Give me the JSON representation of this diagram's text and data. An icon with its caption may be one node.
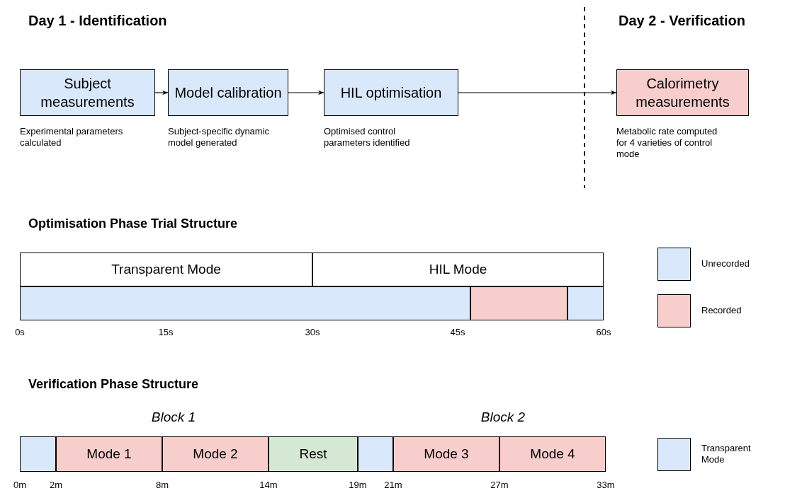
{
  "diagram": {
    "nodes": [
      {
        "text": [
          "Subject measurements"
        ],
        "beside": [
          "Experimental parameters calculated"
        ]
      },
      {
        "text": [
          "Model calibration"
        ],
        "beside": [
          "Subject-specific dynamic model generated"
        ]
      },
      {
        "text": [
          "HIL optimisation"
        ],
        "beside": [
          "Optimised control parameters identified"
        ]
      },
      {
        "text": [
          "Calorimetry measurements"
        ],
        "beside": [
          "Metabolic rate computed for 4 varieties of control mode"
        ]
      },
      {
        "text": [
          "Transparent Mode"
        ]
      },
      {
        "text": [
          "HIL Mode"
        ]
      },
      {
        "text": [],
        "shape": "bar"
      },
      {
        "text": [],
        "shape": "bar"
      },
      {
        "text": [],
        "shape": "bar"
      },
      {
        "text": [],
        "shape": "bar"
      },
      {
        "text": [
          "Mode 1"
        ]
      },
      {
        "text": [
          "Mode 2"
        ]
      },
      {
        "text": [
          "Rest"
        ]
      },
      {
        "text": [],
        "shape": "bar"
      },
      {
        "text": [
          "Mode 3"
        ]
      },
      {
        "text": [
          "Mode 4"
        ]
      }
    ],
    "edges": [
      {
        "from": 0,
        "to": 1,
        "arrow": "to"
      },
      {
        "from": 1,
        "to": 2,
        "arrow": "to"
      },
      {
        "from": 2,
        "to": 3,
        "arrow": "to"
      }
    ],
    "labels": [
      "Day 1 - Identification",
      "Day 2 - Verification",
      "Optimisation Phase Trial Structure",
      "0s",
      "15s",
      "30s",
      "45s",
      "60s",
      "Verification Phase Structure",
      "Block 1",
      "Block 2",
      "0m",
      "2m",
      "8m",
      "14m",
      "19m",
      "21m",
      "27m",
      "33m"
    ],
    "legend": [
      {
        "text": "Unrecorded",
        "color": "#dae8fc"
      },
      {
        "text": "Recorded",
        "color": "#f8cecc"
      },
      {
        "text": "Transparent Mode",
        "color": "#dae8fc"
      }
    ]
  }
}
